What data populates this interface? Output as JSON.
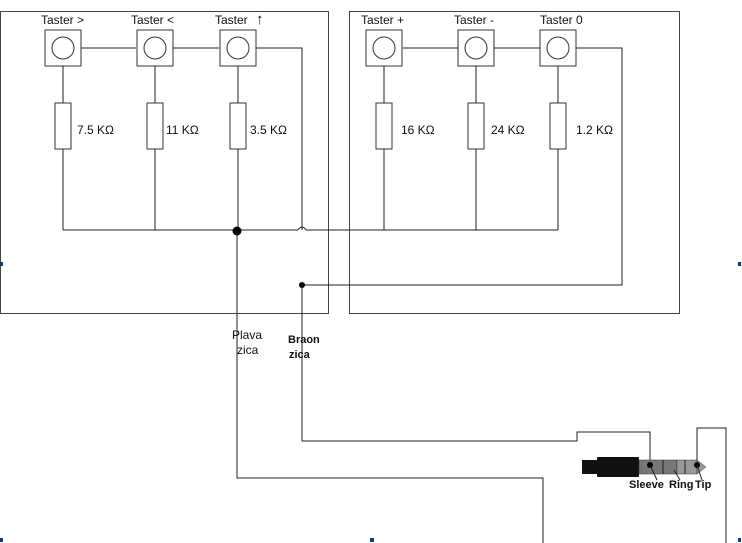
{
  "left_panel": {
    "buttons": [
      "Taster >",
      "Taster <",
      "Taster"
    ],
    "arrow_glyph": "↑",
    "resistors": [
      "7.5 KΩ",
      "11 KΩ",
      "3.5 KΩ"
    ]
  },
  "right_panel": {
    "buttons": [
      "Taster +",
      "Taster -",
      "Taster 0"
    ],
    "resistors": [
      "16 KΩ",
      "24 KΩ",
      "1.2 KΩ"
    ]
  },
  "wires": {
    "blue": [
      "Plava",
      "zica"
    ],
    "brown": [
      "Braon",
      "zica"
    ]
  },
  "jack": {
    "contacts": [
      "Sleeve",
      "Ring",
      "Tip"
    ]
  }
}
